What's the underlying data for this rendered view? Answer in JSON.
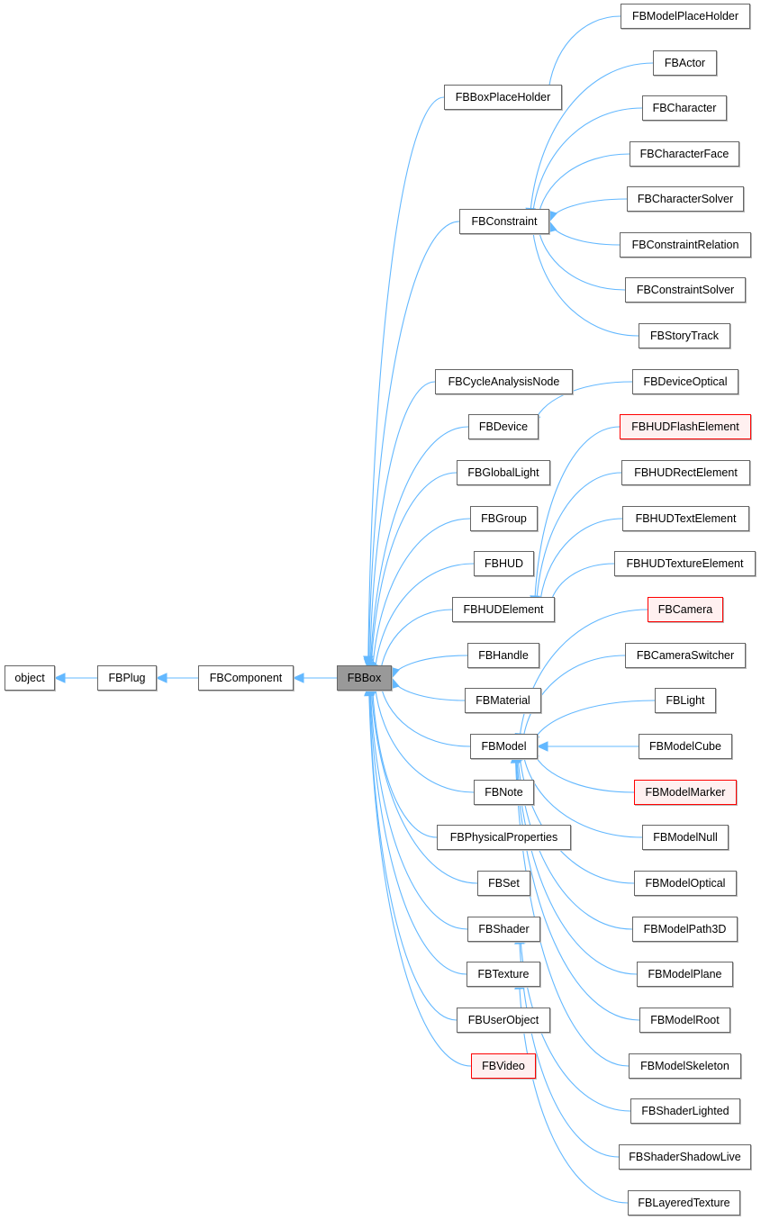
{
  "diagram": {
    "type": "class-inheritance-graph",
    "edge_color": "#63b8ff",
    "node_border_color": "#666666",
    "current_node_fill": "#999999",
    "undocumented_node_border": "#ff0000",
    "undocumented_node_fill": "#fff0f0",
    "nodes": [
      {
        "id": "object",
        "label": "object",
        "style": "normal"
      },
      {
        "id": "FBPlug",
        "label": "FBPlug",
        "style": "normal"
      },
      {
        "id": "FBComponent",
        "label": "FBComponent",
        "style": "normal"
      },
      {
        "id": "FBBox",
        "label": "FBBox",
        "style": "current"
      },
      {
        "id": "FBBoxPlaceHolder",
        "label": "FBBoxPlaceHolder",
        "style": "normal"
      },
      {
        "id": "FBModelPlaceHolder",
        "label": "FBModelPlaceHolder",
        "style": "normal"
      },
      {
        "id": "FBConstraint",
        "label": "FBConstraint",
        "style": "normal"
      },
      {
        "id": "FBActor",
        "label": "FBActor",
        "style": "normal"
      },
      {
        "id": "FBCharacter",
        "label": "FBCharacter",
        "style": "normal"
      },
      {
        "id": "FBCharacterFace",
        "label": "FBCharacterFace",
        "style": "normal"
      },
      {
        "id": "FBCharacterSolver",
        "label": "FBCharacterSolver",
        "style": "normal"
      },
      {
        "id": "FBConstraintRelation",
        "label": "FBConstraintRelation",
        "style": "normal"
      },
      {
        "id": "FBConstraintSolver",
        "label": "FBConstraintSolver",
        "style": "normal"
      },
      {
        "id": "FBStoryTrack",
        "label": "FBStoryTrack",
        "style": "normal"
      },
      {
        "id": "FBCycleAnalysisNode",
        "label": "FBCycleAnalysisNode",
        "style": "normal"
      },
      {
        "id": "FBDevice",
        "label": "FBDevice",
        "style": "normal"
      },
      {
        "id": "FBDeviceOptical",
        "label": "FBDeviceOptical",
        "style": "normal"
      },
      {
        "id": "FBGlobalLight",
        "label": "FBGlobalLight",
        "style": "normal"
      },
      {
        "id": "FBGroup",
        "label": "FBGroup",
        "style": "normal"
      },
      {
        "id": "FBHUD",
        "label": "FBHUD",
        "style": "normal"
      },
      {
        "id": "FBHUDElement",
        "label": "FBHUDElement",
        "style": "normal"
      },
      {
        "id": "FBHUDFlashElement",
        "label": "FBHUDFlashElement",
        "style": "undocumented"
      },
      {
        "id": "FBHUDRectElement",
        "label": "FBHUDRectElement",
        "style": "normal"
      },
      {
        "id": "FBHUDTextElement",
        "label": "FBHUDTextElement",
        "style": "normal"
      },
      {
        "id": "FBHUDTextureElement",
        "label": "FBHUDTextureElement",
        "style": "normal"
      },
      {
        "id": "FBHandle",
        "label": "FBHandle",
        "style": "normal"
      },
      {
        "id": "FBMaterial",
        "label": "FBMaterial",
        "style": "normal"
      },
      {
        "id": "FBModel",
        "label": "FBModel",
        "style": "normal"
      },
      {
        "id": "FBCamera",
        "label": "FBCamera",
        "style": "undocumented"
      },
      {
        "id": "FBCameraSwitcher",
        "label": "FBCameraSwitcher",
        "style": "normal"
      },
      {
        "id": "FBLight",
        "label": "FBLight",
        "style": "normal"
      },
      {
        "id": "FBModelCube",
        "label": "FBModelCube",
        "style": "normal"
      },
      {
        "id": "FBModelMarker",
        "label": "FBModelMarker",
        "style": "undocumented"
      },
      {
        "id": "FBModelNull",
        "label": "FBModelNull",
        "style": "normal"
      },
      {
        "id": "FBModelOptical",
        "label": "FBModelOptical",
        "style": "normal"
      },
      {
        "id": "FBModelPath3D",
        "label": "FBModelPath3D",
        "style": "normal"
      },
      {
        "id": "FBModelPlane",
        "label": "FBModelPlane",
        "style": "normal"
      },
      {
        "id": "FBModelRoot",
        "label": "FBModelRoot",
        "style": "normal"
      },
      {
        "id": "FBModelSkeleton",
        "label": "FBModelSkeleton",
        "style": "normal"
      },
      {
        "id": "FBNote",
        "label": "FBNote",
        "style": "normal"
      },
      {
        "id": "FBPhysicalProperties",
        "label": "FBPhysicalProperties",
        "style": "normal"
      },
      {
        "id": "FBSet",
        "label": "FBSet",
        "style": "normal"
      },
      {
        "id": "FBShader",
        "label": "FBShader",
        "style": "normal"
      },
      {
        "id": "FBShaderLighted",
        "label": "FBShaderLighted",
        "style": "normal"
      },
      {
        "id": "FBShaderShadowLive",
        "label": "FBShaderShadowLive",
        "style": "normal"
      },
      {
        "id": "FBTexture",
        "label": "FBTexture",
        "style": "normal"
      },
      {
        "id": "FBLayeredTexture",
        "label": "FBLayeredTexture",
        "style": "normal"
      },
      {
        "id": "FBUserObject",
        "label": "FBUserObject",
        "style": "normal"
      },
      {
        "id": "FBVideo",
        "label": "FBVideo",
        "style": "undocumented"
      }
    ],
    "edges": [
      {
        "child": "FBPlug",
        "parent": "object"
      },
      {
        "child": "FBComponent",
        "parent": "FBPlug"
      },
      {
        "child": "FBBox",
        "parent": "FBComponent"
      },
      {
        "child": "FBBoxPlaceHolder",
        "parent": "FBBox"
      },
      {
        "child": "FBModelPlaceHolder",
        "parent": "FBBoxPlaceHolder"
      },
      {
        "child": "FBConstraint",
        "parent": "FBBox"
      },
      {
        "child": "FBActor",
        "parent": "FBConstraint"
      },
      {
        "child": "FBCharacter",
        "parent": "FBConstraint"
      },
      {
        "child": "FBCharacterFace",
        "parent": "FBConstraint"
      },
      {
        "child": "FBCharacterSolver",
        "parent": "FBConstraint"
      },
      {
        "child": "FBConstraintRelation",
        "parent": "FBConstraint"
      },
      {
        "child": "FBConstraintSolver",
        "parent": "FBConstraint"
      },
      {
        "child": "FBStoryTrack",
        "parent": "FBConstraint"
      },
      {
        "child": "FBCycleAnalysisNode",
        "parent": "FBBox"
      },
      {
        "child": "FBDevice",
        "parent": "FBBox"
      },
      {
        "child": "FBDeviceOptical",
        "parent": "FBDevice"
      },
      {
        "child": "FBGlobalLight",
        "parent": "FBBox"
      },
      {
        "child": "FBGroup",
        "parent": "FBBox"
      },
      {
        "child": "FBHUD",
        "parent": "FBBox"
      },
      {
        "child": "FBHUDElement",
        "parent": "FBBox"
      },
      {
        "child": "FBHUDFlashElement",
        "parent": "FBHUDElement"
      },
      {
        "child": "FBHUDRectElement",
        "parent": "FBHUDElement"
      },
      {
        "child": "FBHUDTextElement",
        "parent": "FBHUDElement"
      },
      {
        "child": "FBHUDTextureElement",
        "parent": "FBHUDElement"
      },
      {
        "child": "FBHandle",
        "parent": "FBBox"
      },
      {
        "child": "FBMaterial",
        "parent": "FBBox"
      },
      {
        "child": "FBModel",
        "parent": "FBBox"
      },
      {
        "child": "FBCamera",
        "parent": "FBModel"
      },
      {
        "child": "FBCameraSwitcher",
        "parent": "FBModel"
      },
      {
        "child": "FBLight",
        "parent": "FBModel"
      },
      {
        "child": "FBModelCube",
        "parent": "FBModel"
      },
      {
        "child": "FBModelMarker",
        "parent": "FBModel"
      },
      {
        "child": "FBModelNull",
        "parent": "FBModel"
      },
      {
        "child": "FBModelOptical",
        "parent": "FBModel"
      },
      {
        "child": "FBModelPath3D",
        "parent": "FBModel"
      },
      {
        "child": "FBModelPlane",
        "parent": "FBModel"
      },
      {
        "child": "FBModelRoot",
        "parent": "FBModel"
      },
      {
        "child": "FBModelSkeleton",
        "parent": "FBModel"
      },
      {
        "child": "FBNote",
        "parent": "FBBox"
      },
      {
        "child": "FBPhysicalProperties",
        "parent": "FBBox"
      },
      {
        "child": "FBSet",
        "parent": "FBBox"
      },
      {
        "child": "FBShader",
        "parent": "FBBox"
      },
      {
        "child": "FBShaderLighted",
        "parent": "FBShader"
      },
      {
        "child": "FBShaderShadowLive",
        "parent": "FBShader"
      },
      {
        "child": "FBTexture",
        "parent": "FBBox"
      },
      {
        "child": "FBLayeredTexture",
        "parent": "FBTexture"
      },
      {
        "child": "FBUserObject",
        "parent": "FBBox"
      },
      {
        "child": "FBVideo",
        "parent": "FBBox"
      }
    ]
  }
}
